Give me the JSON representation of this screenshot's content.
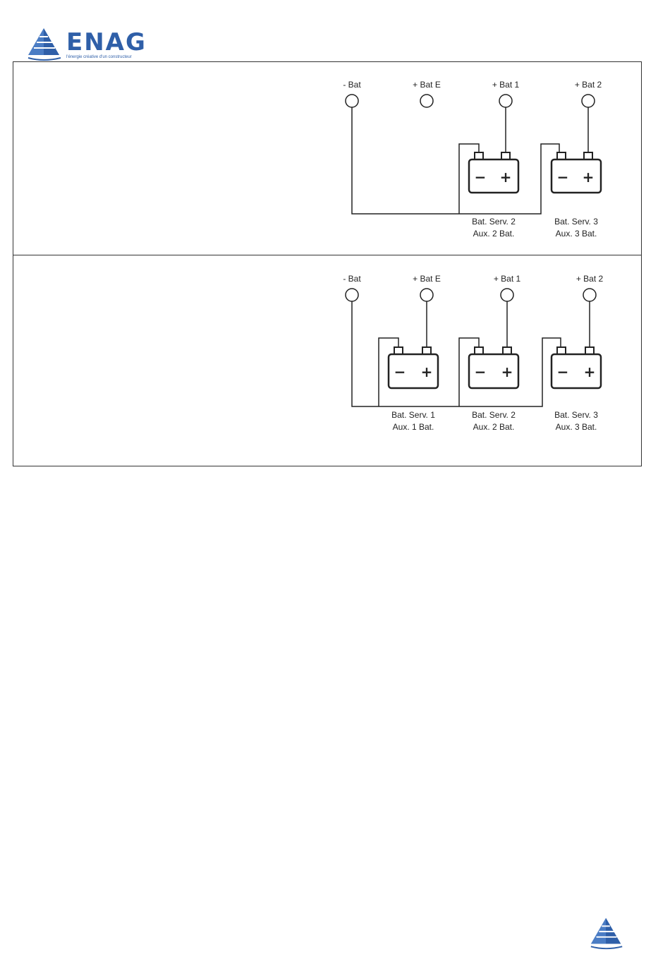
{
  "header": {
    "brand": "ENAG",
    "tagline": "l'énergie créative d'un constructeur",
    "logo_icon": "sail-triangle-icon"
  },
  "diagrams": [
    {
      "terminals": [
        "- Bat",
        "+ Bat E",
        "+ Bat 1",
        "+ Bat 2"
      ],
      "batteries": [
        {
          "line1": "Bat. Serv. 2",
          "line2": "Aux. 2 Bat.",
          "minus": "−",
          "plus": "+"
        },
        {
          "line1": "Bat. Serv. 3",
          "line2": "Aux. 3 Bat.",
          "minus": "−",
          "plus": "+"
        }
      ]
    },
    {
      "terminals": [
        "- Bat",
        "+ Bat E",
        "+ Bat 1",
        "+ Bat 2"
      ],
      "batteries": [
        {
          "line1": "Bat. Serv. 1",
          "line2": "Aux. 1 Bat.",
          "minus": "−",
          "plus": "+"
        },
        {
          "line1": "Bat. Serv. 2",
          "line2": "Aux. 2 Bat.",
          "minus": "−",
          "plus": "+"
        },
        {
          "line1": "Bat. Serv. 3",
          "line2": "Aux. 3 Bat.",
          "minus": "−",
          "plus": "+"
        }
      ]
    }
  ],
  "colors": {
    "brand": "#2f5fa8",
    "line": "#222222"
  }
}
